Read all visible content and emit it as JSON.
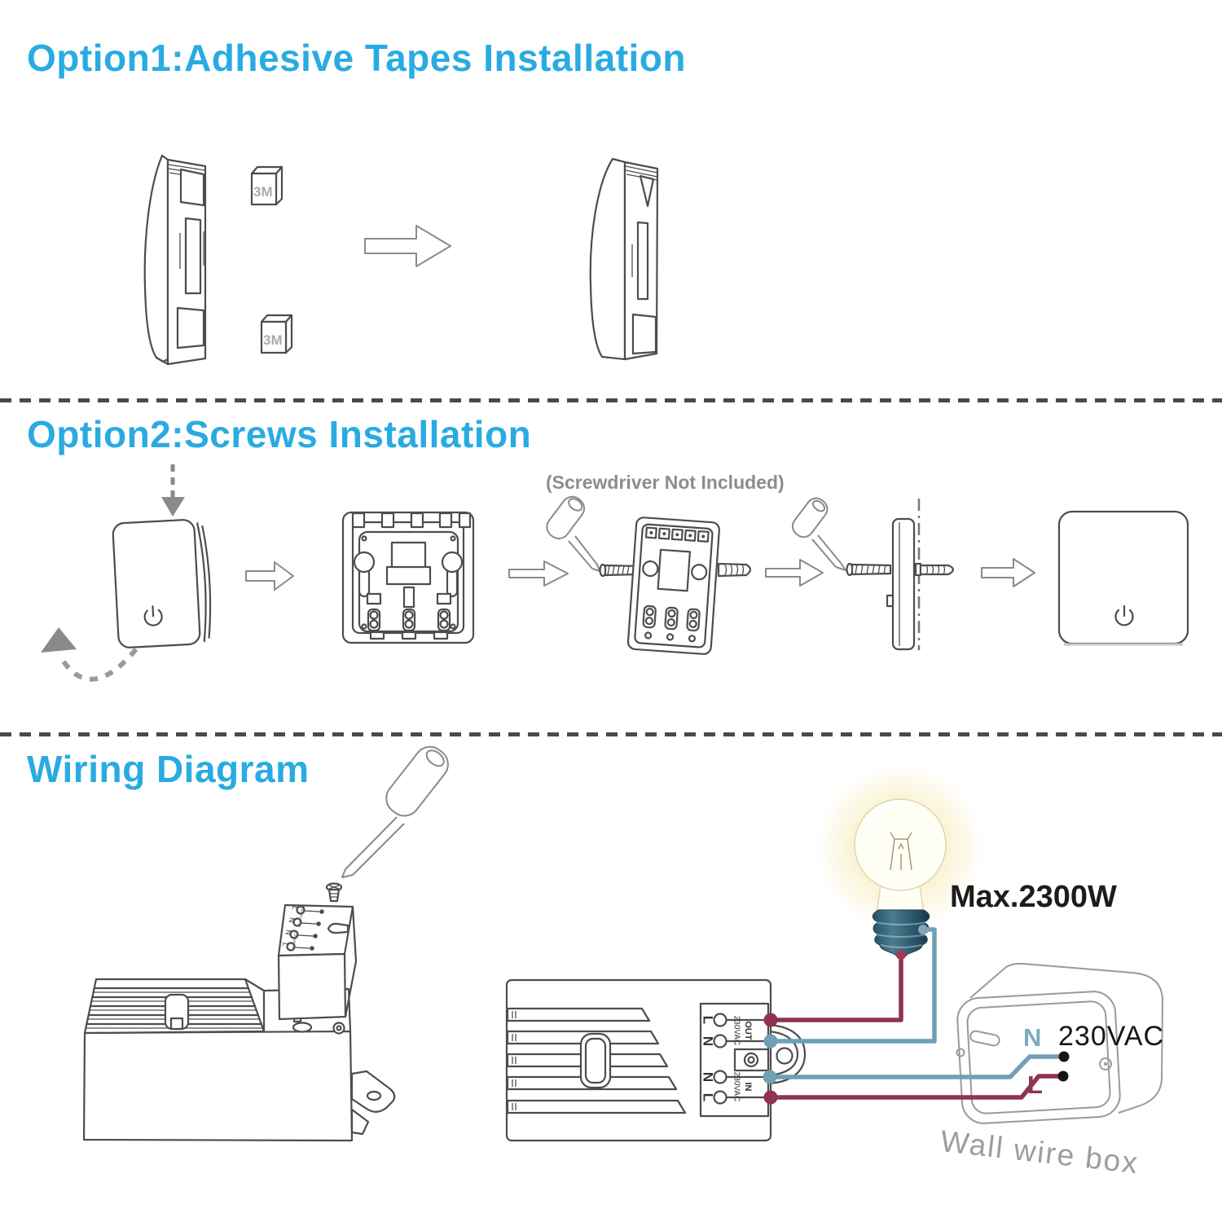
{
  "page": {
    "background": "#ffffff",
    "accent_color": "#29abe2",
    "line_art_color": "#4d4d4d"
  },
  "section1": {
    "title": "Option1:Adhesive Tapes Installation",
    "tape_label": "3M"
  },
  "section2": {
    "title": "Option2:Screws Installation",
    "note": "(Screwdriver Not Included)"
  },
  "section3": {
    "title": "Wiring Diagram",
    "max_load_label": "Max.2300W",
    "supply_voltage_label": "230VAC",
    "wall_box_label": "Wall wire box",
    "neutral_label": "N",
    "live_label": "L",
    "relay_terminals": {
      "out_l": "L",
      "out_n": "N",
      "in_n": "N",
      "in_l": "L",
      "out_line1": "230VAC",
      "out_line2": "OUT",
      "in_line1": "230VAC",
      "in_line2": "IN",
      "out_group_label": "230VAC OUT",
      "in_group_label": "230VAC IN"
    },
    "wire_colors": {
      "live": "#8e3352",
      "neutral": "#6fa0b5"
    }
  }
}
